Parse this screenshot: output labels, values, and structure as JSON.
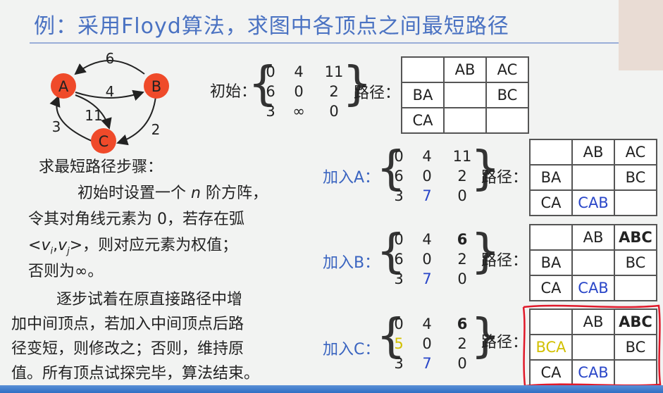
{
  "title": "例：采用Floyd算法，求图中各顶点之间最短路径",
  "graph": {
    "nodes": [
      "A",
      "B",
      "C"
    ],
    "edge_labels": {
      "a_to_b_top": "6",
      "a_b_mid": "4",
      "a_to_c": "11",
      "c_to_a": "3",
      "b_to_c": "2"
    },
    "node_color": "#ef4a2a"
  },
  "steps": {
    "heading": "求最短路径步骤：",
    "p1_l1": "初始时设置一个",
    "p1_n": "n",
    "p1_l1b": "阶方阵，",
    "p1_l2": "令其对角线元素为 0，若存在弧",
    "p1_l3a": "<",
    "p1_vi": "v",
    "p1_vi_sub": "i",
    "p1_comma": ",",
    "p1_vj": "v",
    "p1_vj_sub": "j",
    "p1_l3b": ">，则对应元素为权值；",
    "p1_l4": "否则为∞。",
    "p2_l1": "逐步试着在原直接路径中增",
    "p2_l2": "加中间顶点，若加入中间顶点后路",
    "p2_l3": "径变短，则修改之；否则，维持原",
    "p2_l4": "值。所有顶点试探完毕，算法结束。"
  },
  "path_label": "路径：",
  "sections": [
    {
      "label": "初始：",
      "matrix": [
        [
          "0",
          "4",
          "11"
        ],
        [
          "6",
          "0",
          "2"
        ],
        [
          "3",
          "∞",
          "0"
        ]
      ],
      "paths": [
        [
          "",
          "AB",
          "AC"
        ],
        [
          "BA",
          "",
          "BC"
        ],
        [
          "CA",
          "",
          ""
        ]
      ]
    },
    {
      "label": "加入A：",
      "matrix": [
        [
          "0",
          "4",
          "11"
        ],
        [
          "6",
          "0",
          "2"
        ],
        [
          "3",
          "7",
          "0"
        ]
      ],
      "paths": [
        [
          "",
          "AB",
          "AC"
        ],
        [
          "BA",
          "",
          "BC"
        ],
        [
          "CA",
          "CAB",
          ""
        ]
      ]
    },
    {
      "label": "加入B：",
      "matrix": [
        [
          "0",
          "4",
          "6"
        ],
        [
          "6",
          "0",
          "2"
        ],
        [
          "3",
          "7",
          "0"
        ]
      ],
      "paths": [
        [
          "",
          "AB",
          "ABC"
        ],
        [
          "BA",
          "",
          "BC"
        ],
        [
          "CA",
          "CAB",
          ""
        ]
      ]
    },
    {
      "label": "加入C：",
      "matrix": [
        [
          "0",
          "4",
          "6"
        ],
        [
          "5",
          "0",
          "2"
        ],
        [
          "3",
          "7",
          "0"
        ]
      ],
      "paths": [
        [
          "",
          "AB",
          "ABC"
        ],
        [
          "BCA",
          "",
          "BC"
        ],
        [
          "CA",
          "CAB",
          ""
        ]
      ]
    }
  ],
  "colors": {
    "title": "#4a72c2",
    "changed_blue": "#2946c8",
    "changed_yellow": "#d2c000",
    "annotation_red": "#e0192a"
  }
}
